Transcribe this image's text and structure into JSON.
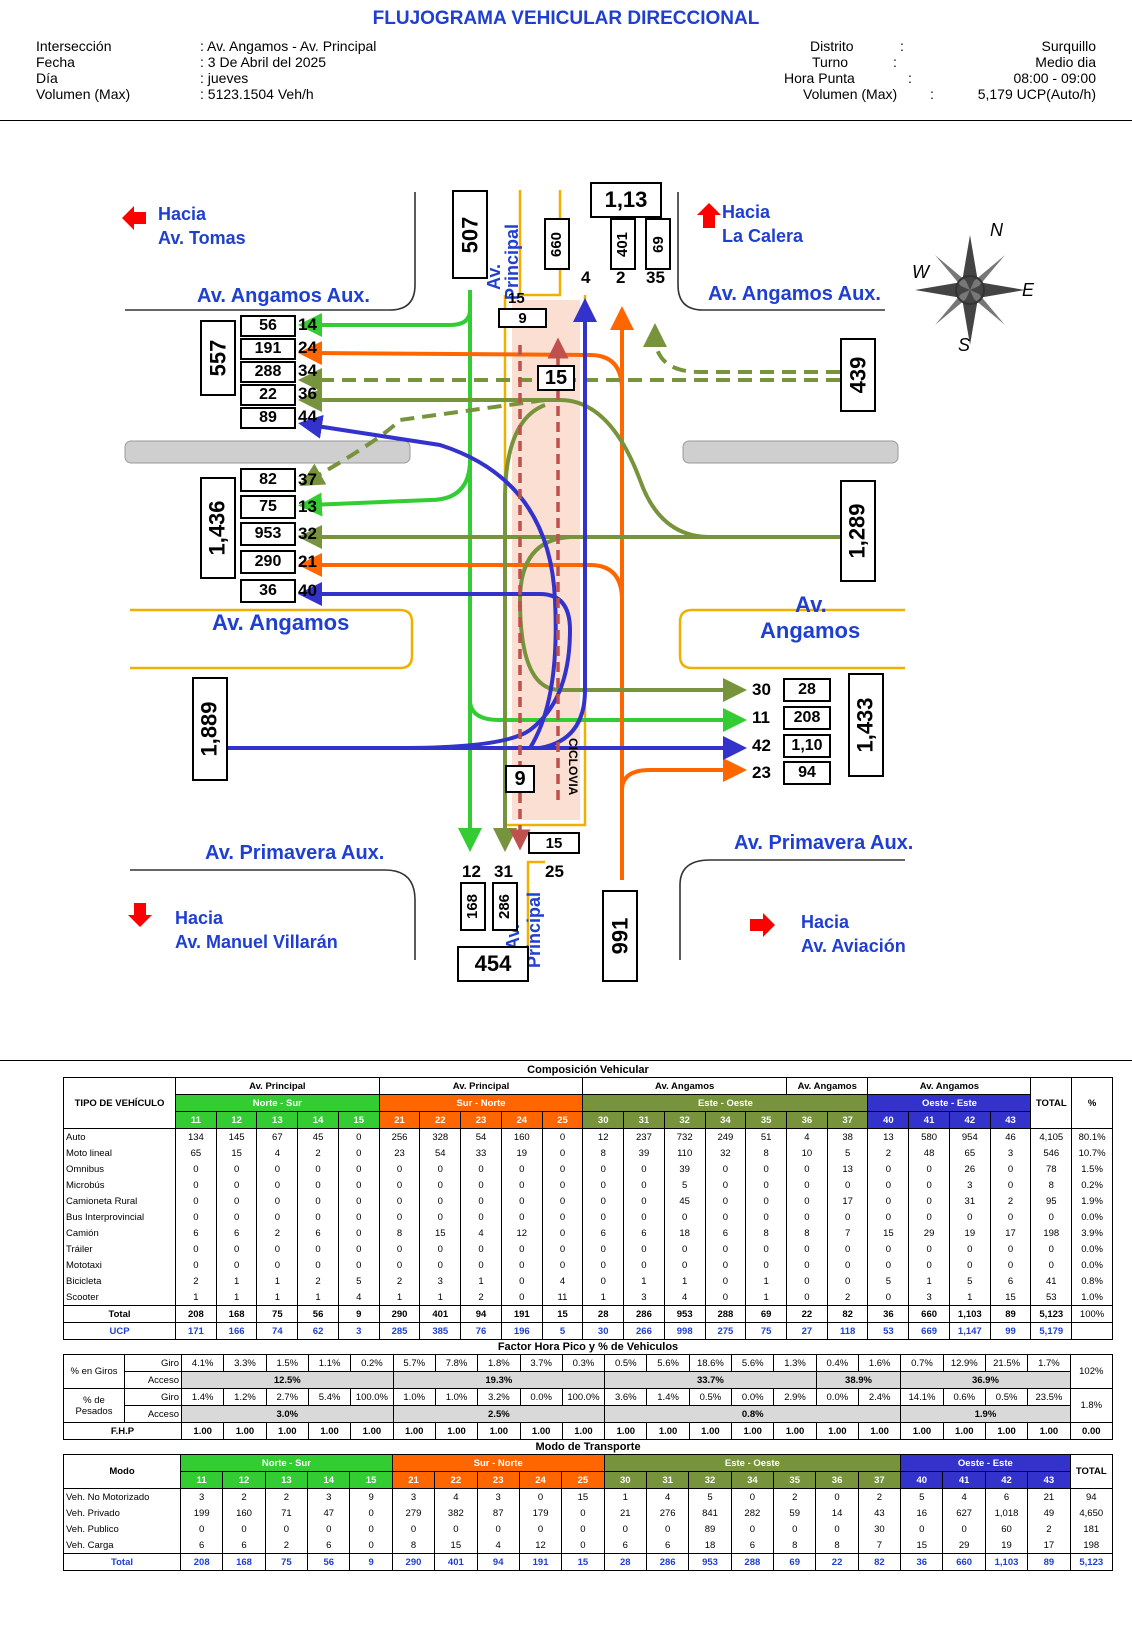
{
  "header": {
    "title": "FLUJOGRAMA VEHICULAR DIRECCIONAL",
    "left": [
      {
        "label": "Intersección",
        "value": ": Av. Angamos - Av. Principal"
      },
      {
        "label": "Fecha",
        "value": ":  3 De Abril del 2025"
      },
      {
        "label": "Día",
        "value": ": jueves"
      },
      {
        "label": "Volumen (Max)",
        "value": ": 5123.1504  Veh/h"
      }
    ],
    "right": [
      {
        "label": "Distrito",
        "sep": ":",
        "value": "Surquillo"
      },
      {
        "label": "Turno",
        "sep": ":",
        "value": "Medio dia"
      },
      {
        "label": "Hora Punta",
        "sep": ":",
        "value": "08:00 - 09:00"
      },
      {
        "label": "Volumen (Max)",
        "sep": ":",
        "value": "5,179  UCP(Auto/h)"
      }
    ]
  },
  "diagram": {
    "destinations": {
      "west": [
        "Hacia",
        "Av. Tomas"
      ],
      "north": [
        "Hacia",
        "La Calera"
      ],
      "south": [
        "Hacia",
        "Av. Manuel Villarán"
      ],
      "east": [
        "Hacia",
        "Av. Aviación"
      ]
    },
    "streets": {
      "nw_aux": "Av. Angamos Aux.",
      "ne_aux": "Av. Angamos Aux.",
      "w_main": "Av. Angamos",
      "e_main_1": "Av.",
      "e_main_2": "Angamos",
      "sw_aux": "Av. Primavera Aux.",
      "se_aux": "Av. Primavera Aux.",
      "n_principal_1": "Av.",
      "n_principal_2": "Principal",
      "s_principal_1": "Av.",
      "s_principal_2": "Principal",
      "ciclovia": "CICLOVIA"
    },
    "compass": [
      "N",
      "E",
      "S",
      "W"
    ],
    "totals": {
      "north_in": "507",
      "north_out": "1,13",
      "west_out_top": "557",
      "west_out_main": "1,436",
      "west_in": "1,889",
      "east_in_top": "439",
      "east_in_main": "1,289",
      "east_out": "1,433",
      "south_out": "454",
      "south_in": "991"
    },
    "north_exits": [
      {
        "value": "660",
        "code": "4"
      },
      {
        "value": "401",
        "code": "2"
      },
      {
        "value": "69",
        "code": "35"
      }
    ],
    "west_top_exits": [
      {
        "value": "56",
        "code": "14"
      },
      {
        "value": "191",
        "code": "24"
      },
      {
        "value": "288",
        "code": "34"
      },
      {
        "value": "22",
        "code": "36"
      },
      {
        "value": "89",
        "code": "44"
      }
    ],
    "west_main_exits": [
      {
        "value": "82",
        "code": "37"
      },
      {
        "value": "75",
        "code": "13"
      },
      {
        "value": "953",
        "code": "32"
      },
      {
        "value": "290",
        "code": "21"
      },
      {
        "value": "36",
        "code": "40"
      }
    ],
    "east_exits": [
      {
        "code": "30",
        "value": "28"
      },
      {
        "code": "11",
        "value": "208"
      },
      {
        "code": "42",
        "value": "1,10"
      },
      {
        "code": "23",
        "value": "94"
      }
    ],
    "south_exits": [
      {
        "value": "168",
        "code": "12"
      },
      {
        "value": "286",
        "code": "31"
      },
      {
        "code": "25"
      }
    ],
    "bike": {
      "top_code": "15",
      "top_value": "9",
      "mid_value": "15",
      "bottom_value": "9",
      "bottom_code": "15"
    }
  },
  "composition": {
    "title": "Composición Vehicular",
    "vehicle_header": "TIPO DE VEHÍCULO",
    "total_header": "TOTAL",
    "pct_header": "%",
    "approaches": [
      "Av. Principal",
      "Av. Principal",
      "Av. Angamos",
      "Av. Angamos",
      "Av. Angamos"
    ],
    "directions": [
      "Norte - Sur",
      "Sur - Norte",
      "Este - Oeste",
      "Oeste - Este"
    ],
    "codes": [
      "11",
      "12",
      "13",
      "14",
      "15",
      "21",
      "22",
      "23",
      "24",
      "25",
      "30",
      "31",
      "32",
      "34",
      "35",
      "36",
      "37",
      "40",
      "41",
      "42",
      "43"
    ],
    "rows": [
      {
        "name": "Auto",
        "values": [
          "134",
          "145",
          "67",
          "45",
          "0",
          "256",
          "328",
          "54",
          "160",
          "0",
          "12",
          "237",
          "732",
          "249",
          "51",
          "4",
          "38",
          "13",
          "580",
          "954",
          "46"
        ],
        "total": "4,105",
        "pct": "80.1%"
      },
      {
        "name": "Moto lineal",
        "values": [
          "65",
          "15",
          "4",
          "2",
          "0",
          "23",
          "54",
          "33",
          "19",
          "0",
          "8",
          "39",
          "110",
          "32",
          "8",
          "10",
          "5",
          "2",
          "48",
          "65",
          "3"
        ],
        "total": "546",
        "pct": "10.7%"
      },
      {
        "name": "Omnibus",
        "values": [
          "0",
          "0",
          "0",
          "0",
          "0",
          "0",
          "0",
          "0",
          "0",
          "0",
          "0",
          "0",
          "39",
          "0",
          "0",
          "0",
          "13",
          "0",
          "0",
          "26",
          "0"
        ],
        "total": "78",
        "pct": "1.5%"
      },
      {
        "name": "Microbús",
        "values": [
          "0",
          "0",
          "0",
          "0",
          "0",
          "0",
          "0",
          "0",
          "0",
          "0",
          "0",
          "0",
          "5",
          "0",
          "0",
          "0",
          "0",
          "0",
          "0",
          "3",
          "0"
        ],
        "total": "8",
        "pct": "0.2%"
      },
      {
        "name": "Camioneta Rural",
        "values": [
          "0",
          "0",
          "0",
          "0",
          "0",
          "0",
          "0",
          "0",
          "0",
          "0",
          "0",
          "0",
          "45",
          "0",
          "0",
          "0",
          "17",
          "0",
          "0",
          "31",
          "2"
        ],
        "total": "95",
        "pct": "1.9%"
      },
      {
        "name": "Bus Interprovincial",
        "values": [
          "0",
          "0",
          "0",
          "0",
          "0",
          "0",
          "0",
          "0",
          "0",
          "0",
          "0",
          "0",
          "0",
          "0",
          "0",
          "0",
          "0",
          "0",
          "0",
          "0",
          "0"
        ],
        "total": "0",
        "pct": "0.0%"
      },
      {
        "name": "Camión",
        "values": [
          "6",
          "6",
          "2",
          "6",
          "0",
          "8",
          "15",
          "4",
          "12",
          "0",
          "6",
          "6",
          "18",
          "6",
          "8",
          "8",
          "7",
          "15",
          "29",
          "19",
          "17"
        ],
        "total": "198",
        "pct": "3.9%"
      },
      {
        "name": "Tráiler",
        "values": [
          "0",
          "0",
          "0",
          "0",
          "0",
          "0",
          "0",
          "0",
          "0",
          "0",
          "0",
          "0",
          "0",
          "0",
          "0",
          "0",
          "0",
          "0",
          "0",
          "0",
          "0"
        ],
        "total": "0",
        "pct": "0.0%"
      },
      {
        "name": "Mototaxi",
        "values": [
          "0",
          "0",
          "0",
          "0",
          "0",
          "0",
          "0",
          "0",
          "0",
          "0",
          "0",
          "0",
          "0",
          "0",
          "0",
          "0",
          "0",
          "0",
          "0",
          "0",
          "0"
        ],
        "total": "0",
        "pct": "0.0%"
      },
      {
        "name": "Bicicleta",
        "values": [
          "2",
          "1",
          "1",
          "2",
          "5",
          "2",
          "3",
          "1",
          "0",
          "4",
          "0",
          "1",
          "1",
          "0",
          "1",
          "0",
          "0",
          "5",
          "1",
          "5",
          "6"
        ],
        "total": "41",
        "pct": "0.8%"
      },
      {
        "name": "Scooter",
        "values": [
          "1",
          "1",
          "1",
          "1",
          "4",
          "1",
          "1",
          "2",
          "0",
          "11",
          "1",
          "3",
          "4",
          "0",
          "1",
          "0",
          "2",
          "0",
          "3",
          "1",
          "15"
        ],
        "total": "53",
        "pct": "1.0%"
      }
    ],
    "total_row": {
      "name": "Total",
      "values": [
        "208",
        "168",
        "75",
        "56",
        "9",
        "290",
        "401",
        "94",
        "191",
        "15",
        "28",
        "286",
        "953",
        "288",
        "69",
        "22",
        "82",
        "36",
        "660",
        "1,103",
        "89"
      ],
      "total": "5,123",
      "pct": "100%"
    },
    "ucp_row": {
      "name": "UCP",
      "values": [
        "171",
        "166",
        "74",
        "62",
        "3",
        "285",
        "385",
        "76",
        "196",
        "5",
        "30",
        "266",
        "998",
        "275",
        "75",
        "27",
        "118",
        "53",
        "669",
        "1,147",
        "99"
      ],
      "total": "5,179"
    }
  },
  "peak": {
    "title": "Factor Hora Pico y % de Vehiculos",
    "turns_label": "% en Giros",
    "heavy_label_1": "% de",
    "heavy_label_2": "Pesados",
    "giro_label": "Giro",
    "acceso_label": "Acceso",
    "fhp_label": "F.H.P",
    "turns_giro": [
      "4.1%",
      "3.3%",
      "1.5%",
      "1.1%",
      "0.2%",
      "5.7%",
      "7.8%",
      "1.8%",
      "3.7%",
      "0.3%",
      "0.5%",
      "5.6%",
      "18.6%",
      "5.6%",
      "1.3%",
      "0.4%",
      "1.6%",
      "0.7%",
      "12.9%",
      "21.5%",
      "1.7%"
    ],
    "turns_access": [
      "12.5%",
      "19.3%",
      "33.7%",
      "38.9%",
      "36.9%"
    ],
    "turns_total": "102%",
    "heavy_giro": [
      "1.4%",
      "1.2%",
      "2.7%",
      "5.4%",
      "100.0%",
      "1.0%",
      "1.0%",
      "3.2%",
      "0.0%",
      "100.0%",
      "3.6%",
      "1.4%",
      "0.5%",
      "0.0%",
      "2.9%",
      "0.0%",
      "2.4%",
      "14.1%",
      "0.6%",
      "0.5%",
      "23.5%"
    ],
    "heavy_access": [
      "3.0%",
      "2.5%",
      "0.8%",
      "1.9%"
    ],
    "heavy_total": "1.8%",
    "fhp": [
      "1.00",
      "1.00",
      "1.00",
      "1.00",
      "1.00",
      "1.00",
      "1.00",
      "1.00",
      "1.00",
      "1.00",
      "1.00",
      "1.00",
      "1.00",
      "1.00",
      "1.00",
      "1.00",
      "1.00",
      "1.00",
      "1.00",
      "1.00",
      "1.00"
    ],
    "fhp_total": "0.00"
  },
  "mode": {
    "title": "Modo de Transporte",
    "mode_header": "Modo",
    "total_header": "TOTAL",
    "rows": [
      {
        "name": "Veh. No Motorizado",
        "values": [
          "3",
          "2",
          "2",
          "3",
          "9",
          "3",
          "4",
          "3",
          "0",
          "15",
          "1",
          "4",
          "5",
          "0",
          "2",
          "0",
          "2",
          "5",
          "4",
          "6",
          "21"
        ],
        "total": "94"
      },
      {
        "name": "Veh. Privado",
        "values": [
          "199",
          "160",
          "71",
          "47",
          "0",
          "279",
          "382",
          "87",
          "179",
          "0",
          "21",
          "276",
          "841",
          "282",
          "59",
          "14",
          "43",
          "16",
          "627",
          "1,018",
          "49"
        ],
        "total": "4,650"
      },
      {
        "name": "Veh. Publico",
        "values": [
          "0",
          "0",
          "0",
          "0",
          "0",
          "0",
          "0",
          "0",
          "0",
          "0",
          "0",
          "0",
          "89",
          "0",
          "0",
          "0",
          "30",
          "0",
          "0",
          "60",
          "2"
        ],
        "total": "181"
      },
      {
        "name": "Veh. Carga",
        "values": [
          "6",
          "6",
          "2",
          "6",
          "0",
          "8",
          "15",
          "4",
          "12",
          "0",
          "6",
          "6",
          "18",
          "6",
          "8",
          "8",
          "7",
          "15",
          "29",
          "19",
          "17"
        ],
        "total": "198"
      }
    ],
    "total_row": {
      "name": "Total",
      "values": [
        "208",
        "168",
        "75",
        "56",
        "9",
        "290",
        "401",
        "94",
        "191",
        "15",
        "28",
        "286",
        "953",
        "288",
        "69",
        "22",
        "82",
        "36",
        "660",
        "1,103",
        "89"
      ],
      "total": "5,123"
    }
  }
}
